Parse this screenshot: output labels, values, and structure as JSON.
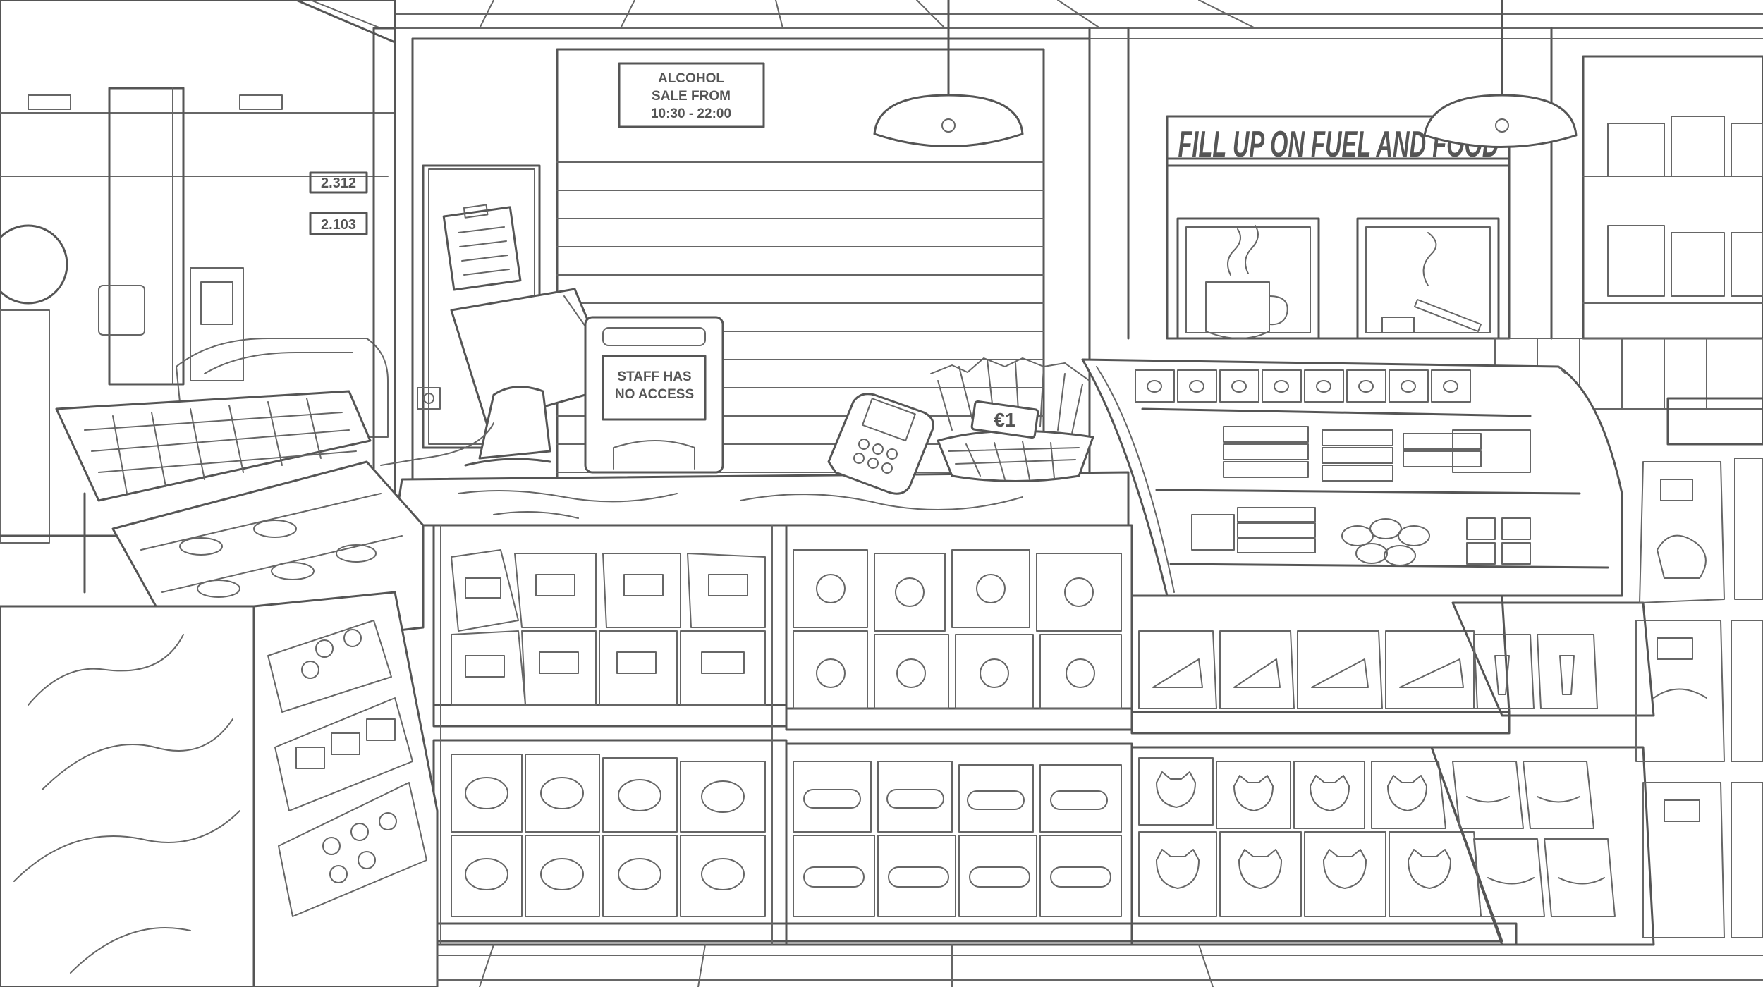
{
  "signs": {
    "alcohol": [
      "ALCOHOL",
      "SALE FROM",
      "10:30 - 22:00"
    ],
    "staff": [
      "STAFF HAS",
      "NO ACCESS"
    ],
    "banner": "FILL UP ON FUEL AND FOOD",
    "price_tag": "€1"
  },
  "fuel_prices": [
    "2.312",
    "2.103"
  ],
  "colors": {
    "ink": "#555555",
    "background": "#ffffff"
  },
  "icons": [
    "coffee-cup-icon",
    "cigarette-icon",
    "card-terminal-icon",
    "pendant-lamp-icon"
  ]
}
